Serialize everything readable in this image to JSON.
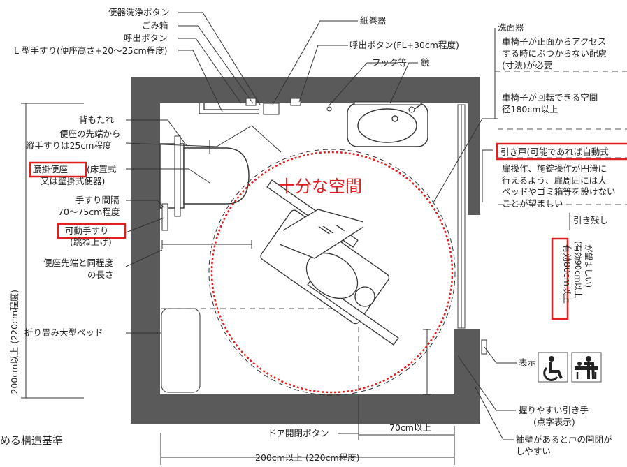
{
  "labels": {
    "flush_button": "便器洗浄ボタン",
    "trash_box": "ごみ箱",
    "call_button": "呼出ボタン",
    "l_rail": "L 型手すり(便座高さ+20～25cm程度)",
    "paper_holder": "紙巻器",
    "call_button_floor": "呼出ボタン(FL+30cm程度)",
    "hook": "フック等",
    "mirror": "鏡",
    "washbasin": "洗面器",
    "washbasin_note_1": "車椅子が正面からアクセス",
    "washbasin_note_2": "する時にぶつからない配慮",
    "washbasin_note_3": "(寸法)が必要",
    "turn_space_1": "車椅子が回転できる空間",
    "turn_space_2": "径180cm以上",
    "sliding_door": "引き戸(可能であれば自動式",
    "door_note_1": "扉操作、施錠操作が円滑に",
    "door_note_2": "行えるよう、扉周囲には大",
    "door_note_3": "ベッドやゴミ箱等を設けない",
    "door_note_4": "ことが望ましい",
    "hikinokoshi": "引き残し",
    "backrest": "背もたれ",
    "tip_to_rail_1": "便座の先端から",
    "tip_to_rail_2": "縦手すりは25cm程度",
    "seat_toilet": "腰掛便座",
    "seat_toilet_sub_1": "(床置式",
    "seat_toilet_sub_2": "又は壁掛式便器)",
    "rail_gap_1": "手すり間隔",
    "rail_gap_2": "70～75cm程度",
    "movable_rail": "可動手すり",
    "movable_rail_sub": "(跳ね上げ)",
    "same_length_1": "便座先端と同程度",
    "same_length_2": "の長さ",
    "folding_bed": "折り畳み大型ベッド",
    "enough_space": "十分な空間",
    "effective_width_1": "有効80cm以上",
    "effective_width_2": "(有効90cm以上",
    "effective_width_3": "が望ましい)",
    "sign": "表示",
    "door_pull_1": "握りやすい引き手",
    "door_pull_2": "(点字表示)",
    "door_button": "ドア開閉ボタン",
    "width_70": "70cm以上",
    "wing_wall_1": "袖壁があると戸の開閉が",
    "wing_wall_2": "しやすい",
    "width_200": "200cm以上 (220cm程度)",
    "height_200": "200cm以上 (220cm程度)",
    "caption_fragment": "める構造基準"
  },
  "colors": {
    "wall": "#5a5a5a",
    "highlight": "#e02020",
    "line": "#333333"
  },
  "icons": [
    "wheelchair-icon",
    "baby-care-icon"
  ]
}
